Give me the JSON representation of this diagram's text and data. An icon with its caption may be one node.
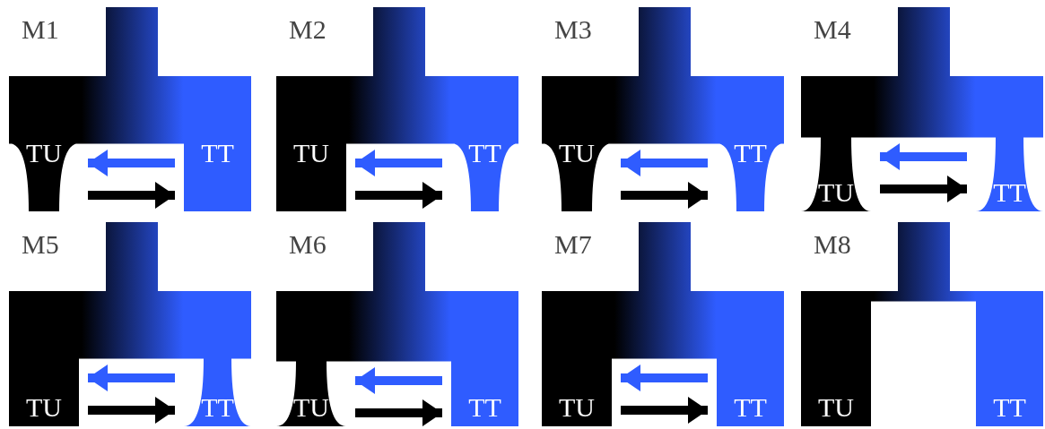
{
  "diagram": {
    "nodes": [
      {
        "text": [
          "M1"
        ]
      },
      {
        "text": [
          "TU"
        ],
        "in": 0
      },
      {
        "text": [
          "TT"
        ],
        "in": 0
      },
      {
        "text": [
          "M2"
        ]
      },
      {
        "text": [
          "TU"
        ],
        "in": 3
      },
      {
        "text": [
          "TT"
        ],
        "in": 3
      },
      {
        "text": [
          "M3"
        ]
      },
      {
        "text": [
          "TU"
        ],
        "in": 6
      },
      {
        "text": [
          "TT"
        ],
        "in": 6
      },
      {
        "text": [
          "M4"
        ]
      },
      {
        "text": [
          "TU"
        ],
        "in": 9
      },
      {
        "text": [
          "TT"
        ],
        "in": 9
      },
      {
        "text": [
          "M5"
        ]
      },
      {
        "text": [
          "TU"
        ],
        "in": 12
      },
      {
        "text": [
          "TT"
        ],
        "in": 12
      },
      {
        "text": [
          "M6"
        ]
      },
      {
        "text": [
          "TU"
        ],
        "in": 15
      },
      {
        "text": [
          "TT"
        ],
        "in": 15
      },
      {
        "text": [
          "M7"
        ]
      },
      {
        "text": [
          "TU"
        ],
        "in": 18
      },
      {
        "text": [
          "TT"
        ],
        "in": 18
      },
      {
        "text": [
          "M8"
        ]
      },
      {
        "text": [
          "TU"
        ],
        "in": 21
      },
      {
        "text": [
          "TT"
        ],
        "in": 21
      }
    ],
    "edges": [
      {
        "from": 2,
        "to": 1,
        "arrow": "to",
        "color": "#2f5cff"
      },
      {
        "from": 1,
        "to": 2,
        "arrow": "to",
        "color": "#000000"
      },
      {
        "from": 5,
        "to": 4,
        "arrow": "to",
        "color": "#2f5cff"
      },
      {
        "from": 4,
        "to": 5,
        "arrow": "to",
        "color": "#000000"
      },
      {
        "from": 8,
        "to": 7,
        "arrow": "to",
        "color": "#2f5cff"
      },
      {
        "from": 7,
        "to": 8,
        "arrow": "to",
        "color": "#000000"
      },
      {
        "from": 11,
        "to": 10,
        "arrow": "to",
        "color": "#2f5cff"
      },
      {
        "from": 10,
        "to": 11,
        "arrow": "to",
        "color": "#000000"
      },
      {
        "from": 14,
        "to": 13,
        "arrow": "to",
        "color": "#2f5cff"
      },
      {
        "from": 13,
        "to": 14,
        "arrow": "to",
        "color": "#000000"
      },
      {
        "from": 17,
        "to": 16,
        "arrow": "to",
        "color": "#2f5cff"
      },
      {
        "from": 16,
        "to": 17,
        "arrow": "to",
        "color": "#000000"
      },
      {
        "from": 20,
        "to": 19,
        "arrow": "to",
        "color": "#2f5cff"
      },
      {
        "from": 19,
        "to": 20,
        "arrow": "to",
        "color": "#000000"
      }
    ]
  }
}
